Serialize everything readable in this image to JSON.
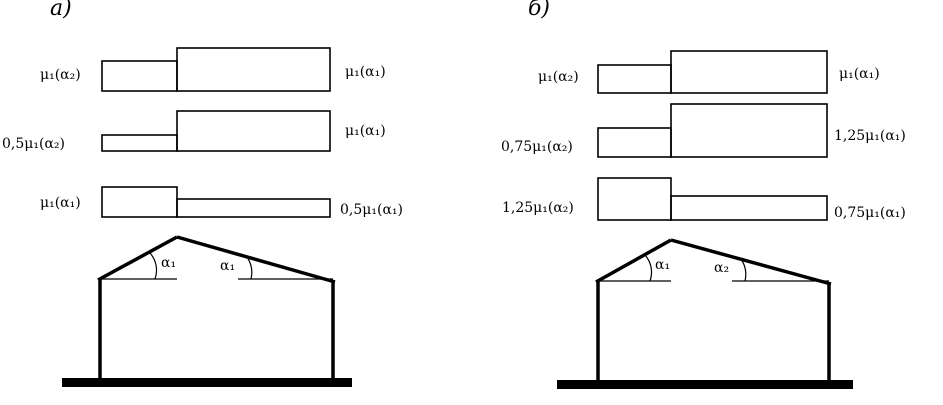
{
  "panels": [
    {
      "id": "a",
      "title": "а)",
      "diagrams": [
        {
          "left_label": "μ₁(α₂)",
          "right_label": "μ₁(α₁)",
          "left_h": 1.0,
          "right_h": 1.45
        },
        {
          "left_label": "0,5μ₁(α₂)",
          "right_label": "μ₁(α₁)",
          "left_h": 0.5,
          "right_h": 1.45
        },
        {
          "left_label": "μ₁(α₁)",
          "right_label": "0,5μ₁(α₁)",
          "left_h": 1.0,
          "right_h": 0.6
        }
      ],
      "angles": {
        "left": "α₁",
        "right": "α₁"
      }
    },
    {
      "id": "b",
      "title": "б)",
      "diagrams": [
        {
          "left_label": "μ₁(α₂)",
          "right_label": "μ₁(α₁)",
          "left_h": 0.8,
          "right_h": 1.2
        },
        {
          "left_label": "0,75μ₁(α₂)",
          "right_label": "1,25μ₁(α₁)",
          "left_h": 0.8,
          "right_h": 1.6
        },
        {
          "left_label": "1,25μ₁(α₂)",
          "right_label": "0,75μ₁(α₁)",
          "left_h": 1.2,
          "right_h": 0.6
        }
      ],
      "angles": {
        "left": "α₁",
        "right": "α₂"
      }
    }
  ]
}
